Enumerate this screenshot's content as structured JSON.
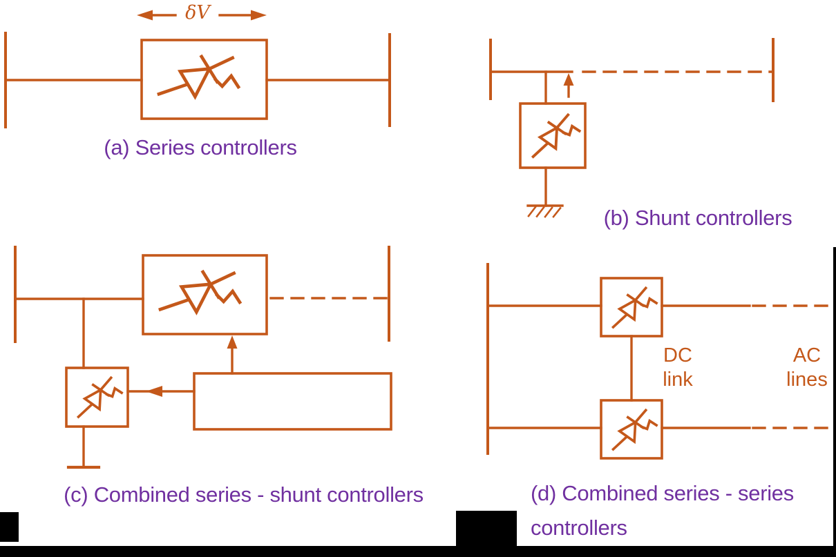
{
  "colors": {
    "diagram": "#C4581A",
    "caption": "#7030A0",
    "background": "#FFFFFF",
    "mask": "#000000"
  },
  "labels": {
    "delta_v": "δV",
    "dc_link_line1": "DC",
    "dc_link_line2": "link",
    "ac_lines_line1": "AC",
    "ac_lines_line2": "lines"
  },
  "captions": {
    "a": "(a) Series controllers",
    "b": "(b) Shunt controllers",
    "c": "(c) Combined series - shunt controllers",
    "d_line1": "(d) Combined series - series",
    "d_line2": "controllers"
  },
  "icons": {
    "thyristor": "thyristor-valve-symbol",
    "ground_hatched": "earth-ground-symbol",
    "ground_bar": "ground-bar-symbol",
    "arrow": "power-flow-arrow"
  }
}
